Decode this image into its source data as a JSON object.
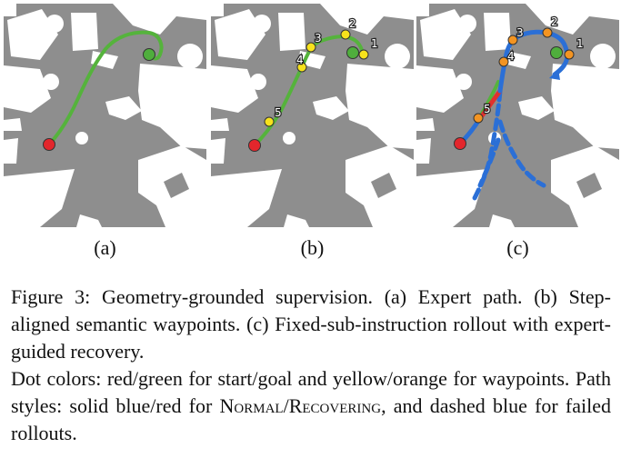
{
  "panels": [
    {
      "label": "(a)"
    },
    {
      "label": "(b)",
      "waypoint_labels": [
        "1",
        "2",
        "3",
        "4",
        "5"
      ]
    },
    {
      "label": "(c)",
      "waypoint_labels": [
        "1",
        "2",
        "3",
        "4",
        "5"
      ]
    }
  ],
  "colors": {
    "obstacle": "#8e8e8e",
    "free_space": "#ffffff",
    "expert_path": "#55b33c",
    "start_dot": "#e3262c",
    "goal_dot": "#4fae3d",
    "waypoint_yellow": "#f7e21c",
    "waypoint_orange": "#f39422",
    "normal_path": "#2b6fd6",
    "recovering_path": "#e0312e"
  },
  "caption": {
    "figure_label": "Figure 3:",
    "title": "Geometry-grounded supervision.",
    "body": "(a) Expert path. (b) Step-aligned semantic waypoints. (c) Fixed-sub-instruction rollout with expert-guided recovery.",
    "line2_pre": "Dot colors: red/green for start/goal and yellow/orange for waypoints. Path styles: solid blue/red for ",
    "normal": "Normal",
    "slash": "/",
    "recovering": "Recovering",
    "line2_post": ", and dashed blue for failed rollouts."
  }
}
